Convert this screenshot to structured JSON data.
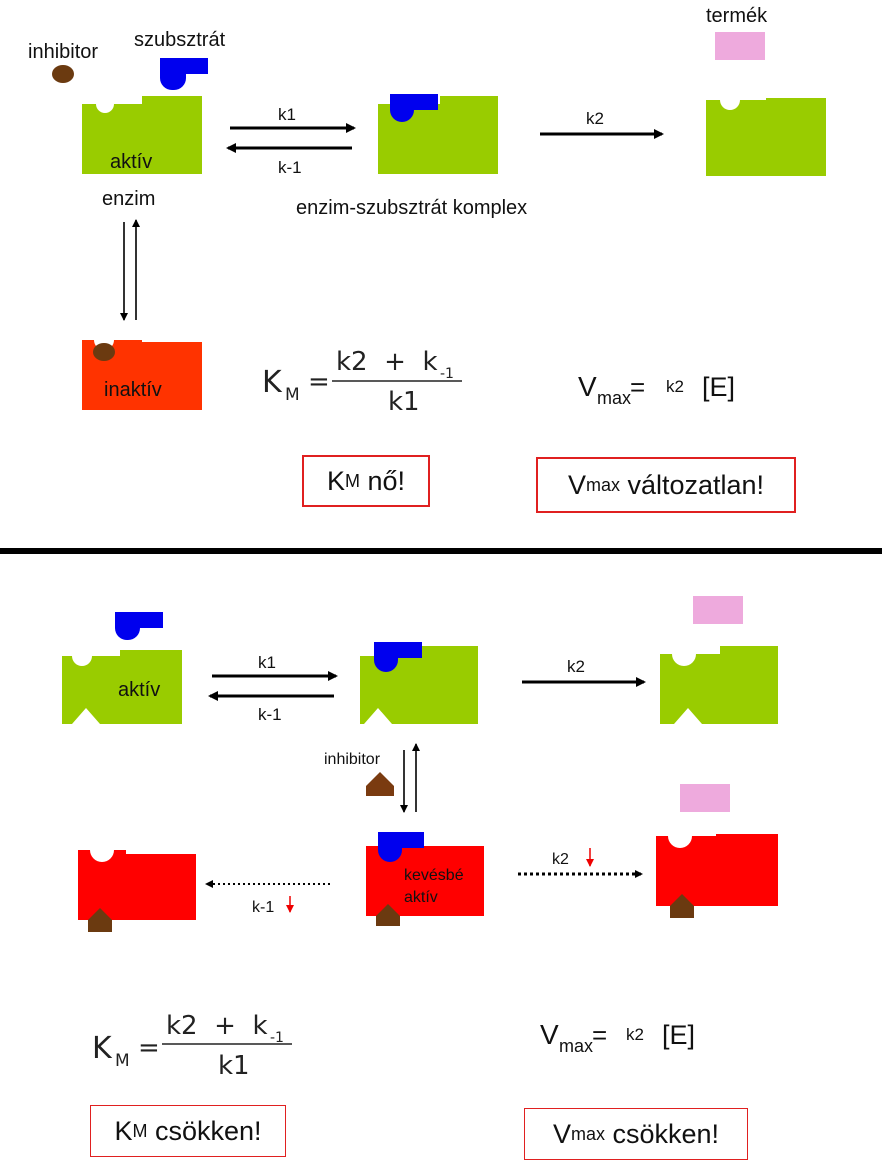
{
  "top": {
    "labels": {
      "inhibitor": "inhibitor",
      "substrate": "szubsztrát",
      "product": "termék",
      "active": "aktív",
      "enzyme": "enzim",
      "complex": "enzim-szubsztrát komplex",
      "inactive": "inaktív"
    },
    "rates": {
      "k1": "k1",
      "km1": "k-1",
      "k2": "k2"
    },
    "km_formula": {
      "symbol": "K",
      "symbol_sub": "M",
      "eq": "=",
      "numerator": "k2  +  k",
      "numerator_sub": "-1",
      "denominator": "k1"
    },
    "vmax_formula": {
      "symbol": "V",
      "symbol_sub": "max",
      "eq": "=",
      "k": "k2",
      "e": "[E]"
    },
    "result_km": {
      "symbol": "K",
      "sub": "M",
      "text": " nő!"
    },
    "result_vmax": {
      "symbol": "V",
      "sub": "max",
      "text": " változatlan!"
    }
  },
  "bottom": {
    "labels": {
      "active": "aktív",
      "inhibitor": "inhibitor",
      "less_active_1": "kevésbé",
      "less_active_2": "aktív"
    },
    "rates": {
      "k1": "k1",
      "km1": "k-1",
      "k2": "k2",
      "k2_slow": "k2",
      "km1_slow": "k-1"
    },
    "km_formula": {
      "symbol": "K",
      "symbol_sub": "M",
      "eq": "=",
      "numerator": "k2  +  k",
      "numerator_sub": "-1",
      "denominator": "k1"
    },
    "vmax_formula": {
      "symbol": "V",
      "symbol_sub": "max",
      "eq": "=",
      "k": "k2",
      "e": "[E]"
    },
    "result_km": {
      "symbol": "K",
      "sub": "M",
      "text": " csökken!"
    },
    "result_vmax": {
      "symbol": "V",
      "sub": "max",
      "text": " csökken!"
    }
  },
  "colors": {
    "enzyme_active": "#99cc00",
    "enzyme_inactive": "#ff3300",
    "enzyme_inhibited": "#ff0000",
    "substrate": "#0000ee",
    "product": "#eeaadd",
    "inhibitor": "#6b3a10",
    "e_bracket": "#119911",
    "result_border": "#e02020",
    "down_arrow": "#ee0000"
  }
}
